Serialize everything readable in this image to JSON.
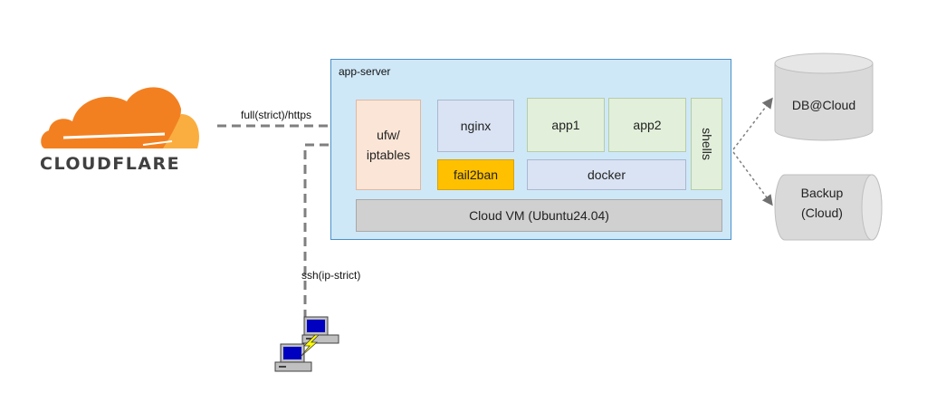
{
  "brand": {
    "name": "CLOUDFLARE",
    "colors": {
      "orange_dark": "#f38020",
      "orange_light": "#faae40"
    }
  },
  "server": {
    "label": "app-server",
    "ufw": "ufw/\niptables",
    "nginx": "nginx",
    "fail2ban": "fail2ban",
    "app1": "app1",
    "app2": "app2",
    "docker": "docker",
    "shells": "shells",
    "vm": "Cloud VM (Ubuntu24.04)"
  },
  "connections": {
    "https_label": "full(strict)/https",
    "ssh_label": "ssh(ip-strict)"
  },
  "storage": {
    "db": "DB@Cloud",
    "backup": "Backup\n(Cloud)"
  },
  "icons": [
    "cloudflare-logo",
    "terminal-icon",
    "database-icon",
    "backup-storage-icon"
  ],
  "colors": {
    "server_bg": "#cfe8f8",
    "server_border": "#4a90c8",
    "ufw_bg": "#fbe5d6",
    "nginx_bg": "#dae3f3",
    "fail2ban_bg": "#ffc000",
    "app_bg": "#e2efda",
    "vm_bg": "#d0d0d0",
    "storage_bg": "#d9d9d9"
  }
}
